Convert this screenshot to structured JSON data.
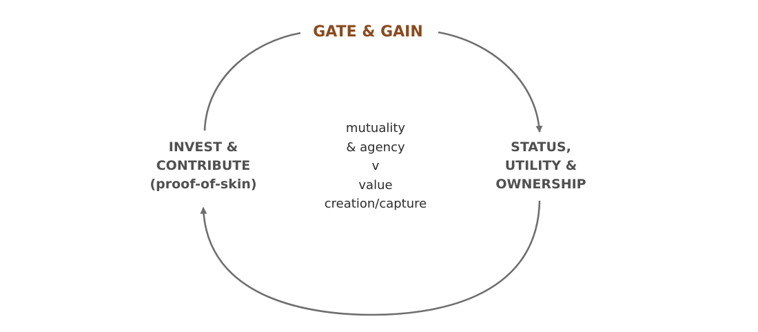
{
  "colors": {
    "accent": "#8a4a1e",
    "arrow": "#6e6e6e",
    "node_text": "#505050",
    "center_text": "#2b2b2b"
  },
  "top": {
    "title": "GATE & GAIN"
  },
  "left": {
    "lines": [
      "INVEST &",
      "CONTRIBUTE",
      "(proof-of-skin)"
    ]
  },
  "right": {
    "lines": [
      "STATUS,",
      "UTILITY &",
      "OWNERSHIP"
    ]
  },
  "center": {
    "lines": [
      "mutuality",
      "& agency",
      "v",
      "value",
      "creation/capture"
    ]
  }
}
